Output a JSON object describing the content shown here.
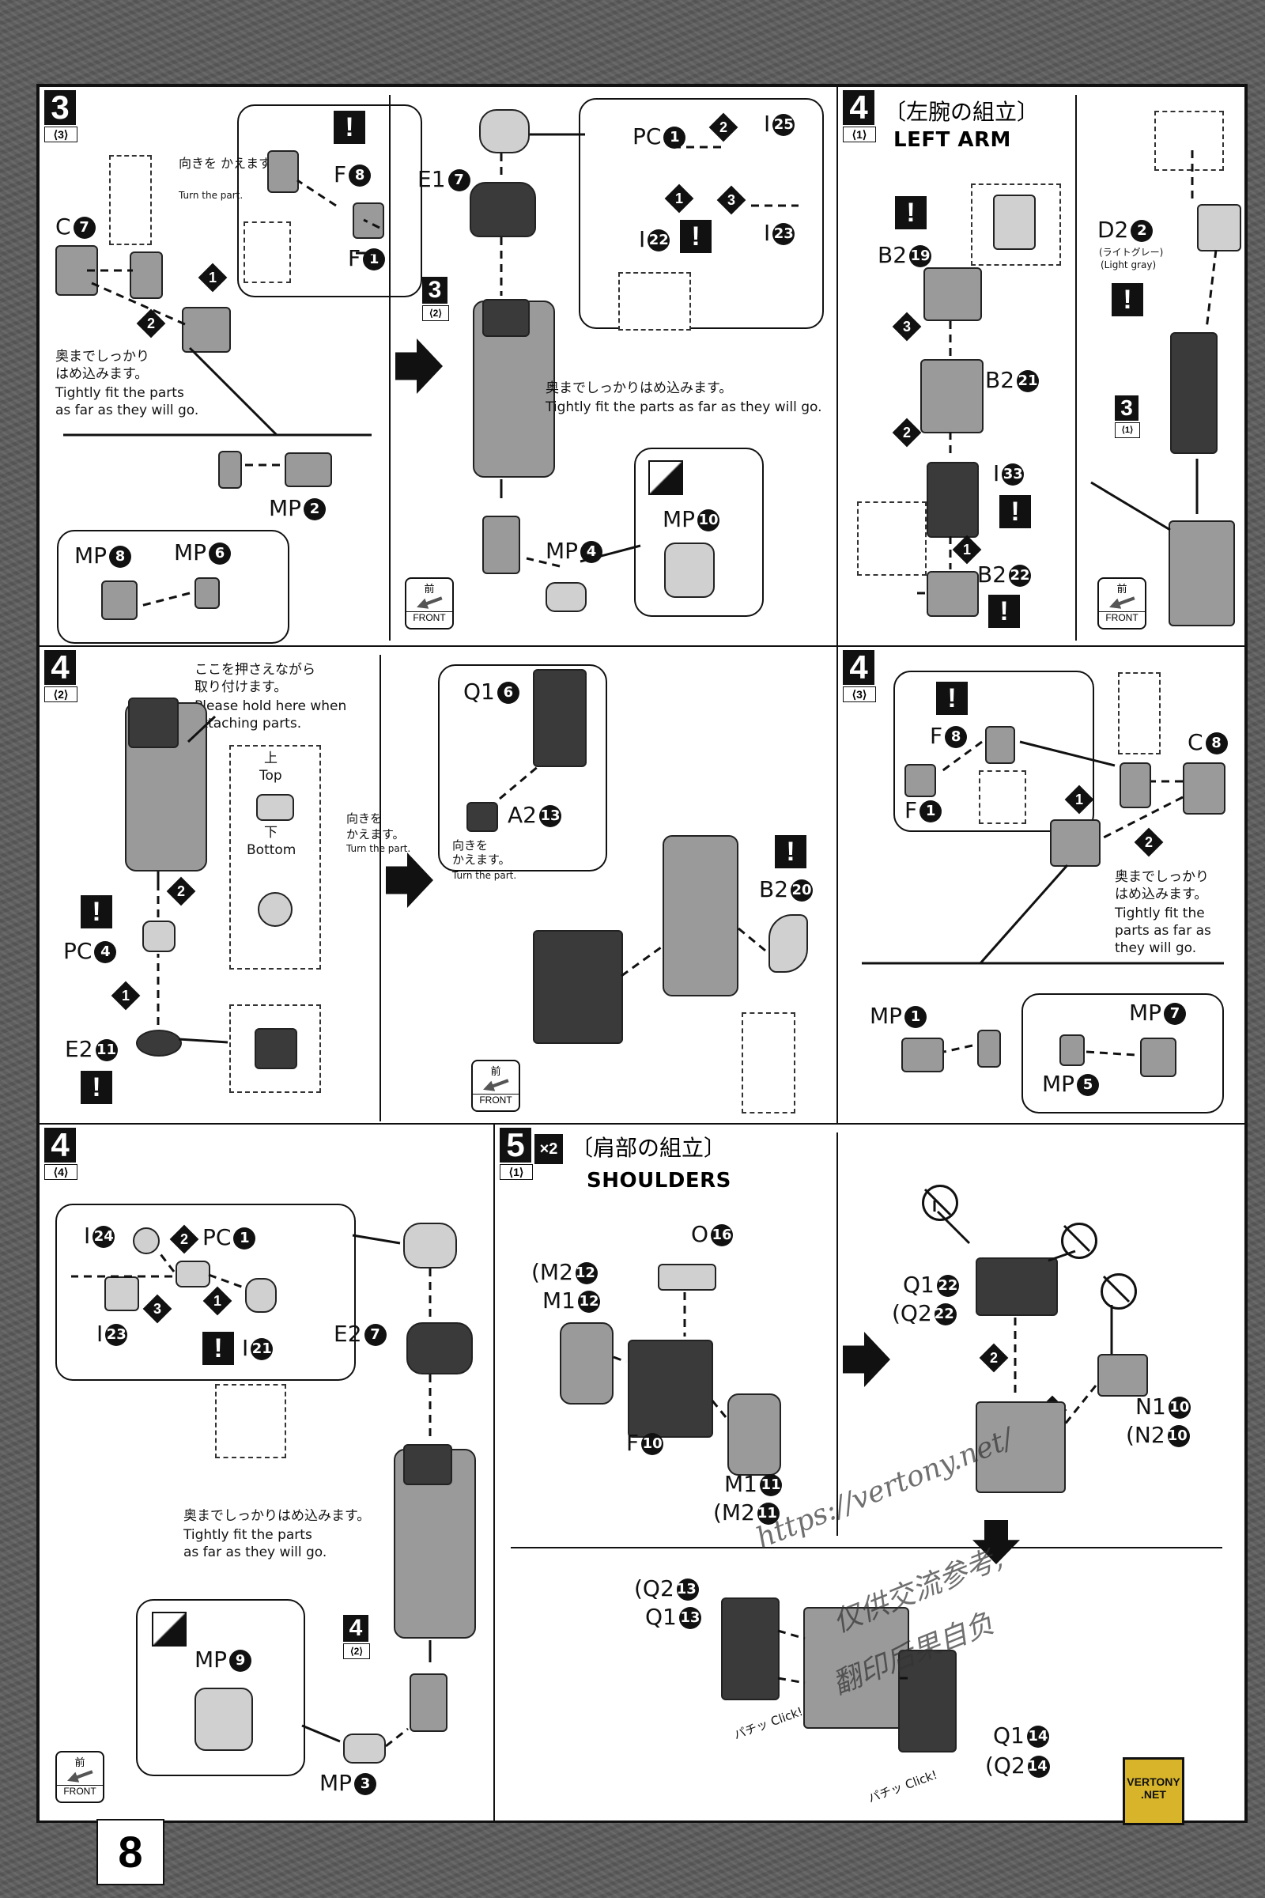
{
  "page": {
    "number": "8"
  },
  "labels": {
    "front_jp": "前",
    "front_en": "FRONT"
  },
  "panels": {
    "p3_3": {
      "step": "3",
      "sub": "⟨3⟩",
      "turn_jp": "向きを かえます。",
      "turn_en": "Turn the part.",
      "fit_jp": "奥までしっかり",
      "fit_jp2": "はめ込みます。",
      "fit_en": "Tightly fit the parts",
      "fit_en2": "as far as they will go.",
      "fit_full_jp": "奥までしっかりはめ込みます。",
      "fit_full_en": "Tightly fit the parts as far as they will go.",
      "ref_step": "3",
      "ref_sub": "⟨2⟩",
      "order": [
        "1",
        "2",
        "3"
      ],
      "parts": [
        {
          "code": "F",
          "num": "8"
        },
        {
          "code": "F",
          "num": "1"
        },
        {
          "code": "C",
          "num": "7"
        },
        {
          "code": "MP",
          "num": "2"
        },
        {
          "code": "MP",
          "num": "8"
        },
        {
          "code": "MP",
          "num": "6"
        },
        {
          "code": "E1",
          "num": "7"
        },
        {
          "code": "PC",
          "num": "1"
        },
        {
          "code": "I",
          "num": "25"
        },
        {
          "code": "I",
          "num": "22"
        },
        {
          "code": "I",
          "num": "23"
        },
        {
          "code": "MP",
          "num": "4"
        },
        {
          "code": "MP",
          "num": "10"
        }
      ]
    },
    "p4_1": {
      "step": "4",
      "sub": "⟨1⟩",
      "title_jp": "〔左腕の組立〕",
      "title_en": "LEFT ARM",
      "color_jp": "(ライトグレー)",
      "color_en": "(Light gray)",
      "ref_step": "3",
      "ref_sub": "⟨1⟩",
      "order": [
        "1",
        "2",
        "3"
      ],
      "parts": [
        {
          "code": "B2",
          "num": "19"
        },
        {
          "code": "B2",
          "num": "21"
        },
        {
          "code": "I",
          "num": "33"
        },
        {
          "code": "B2",
          "num": "22"
        },
        {
          "code": "D2",
          "num": "2"
        }
      ]
    },
    "p4_2": {
      "step": "4",
      "sub": "⟨2⟩",
      "hold_jp": "ここを押さえながら",
      "hold_jp2": "取り付けます。",
      "hold_en": "Please hold here when",
      "hold_en2": "attaching parts.",
      "top_jp": "上",
      "top_en": "Top",
      "bottom_jp": "下",
      "bottom_en": "Bottom",
      "turn_jp": "向きを",
      "turn_jp2": "かえます。",
      "turn_en": "Turn the part.",
      "order": [
        "1",
        "2"
      ],
      "parts": [
        {
          "code": "PC",
          "num": "4"
        },
        {
          "code": "E2",
          "num": "11"
        },
        {
          "code": "Q1",
          "num": "6"
        },
        {
          "code": "A2",
          "num": "13"
        },
        {
          "code": "B2",
          "num": "20"
        }
      ]
    },
    "p4_3": {
      "step": "4",
      "sub": "⟨3⟩",
      "fit_jp": "奥までしっかり",
      "fit_jp2": "はめ込みます。",
      "fit_en": "Tightly fit the",
      "fit_en2": "parts as far as",
      "fit_en3": "they will go.",
      "order": [
        "1",
        "2"
      ],
      "parts": [
        {
          "code": "F",
          "num": "8"
        },
        {
          "code": "F",
          "num": "1"
        },
        {
          "code": "C",
          "num": "8"
        },
        {
          "code": "MP",
          "num": "1"
        },
        {
          "code": "MP",
          "num": "7"
        },
        {
          "code": "MP",
          "num": "5"
        }
      ]
    },
    "p4_4": {
      "step": "4",
      "sub": "⟨4⟩",
      "fit_jp": "奥までしっかりはめ込みます。",
      "fit_en": "Tightly fit the parts",
      "fit_en2": "as far as they will go.",
      "ref_step": "4",
      "ref_sub": "⟨2⟩",
      "order": [
        "1",
        "2",
        "3"
      ],
      "parts": [
        {
          "code": "I",
          "num": "24"
        },
        {
          "code": "PC",
          "num": "1"
        },
        {
          "code": "I",
          "num": "23"
        },
        {
          "code": "I",
          "num": "21"
        },
        {
          "code": "E2",
          "num": "7"
        },
        {
          "code": "MP",
          "num": "9"
        },
        {
          "code": "MP",
          "num": "3"
        }
      ]
    },
    "p5_1": {
      "step": "5",
      "sub": "⟨1⟩",
      "qty": "×2",
      "title_jp": "〔肩部の組立〕",
      "title_en": "SHOULDERS",
      "click": "パチッ Click!",
      "order": [
        "1",
        "2"
      ],
      "parts": [
        {
          "code": "O",
          "num": "16"
        },
        {
          "code": "(M2",
          "num": "12)"
        },
        {
          "code": "M1",
          "num": "12"
        },
        {
          "code": "F",
          "num": "10"
        },
        {
          "code": "M1",
          "num": "11"
        },
        {
          "code": "(M2",
          "num": "11)"
        },
        {
          "code": "Q1",
          "num": "22"
        },
        {
          "code": "(Q2",
          "num": "22)"
        },
        {
          "code": "N1",
          "num": "10"
        },
        {
          "code": "(N2",
          "num": "10)"
        },
        {
          "code": "(Q2",
          "num": "13)"
        },
        {
          "code": "Q1",
          "num": "13"
        },
        {
          "code": "Q1",
          "num": "14"
        },
        {
          "code": "(Q2",
          "num": "14)"
        }
      ]
    }
  },
  "watermark": {
    "url": "https://vertony.net/",
    "line1": "仅供交流参考,",
    "line2": "翻印后果自负",
    "logo1": "VERTONY",
    "logo2": ".NET"
  }
}
